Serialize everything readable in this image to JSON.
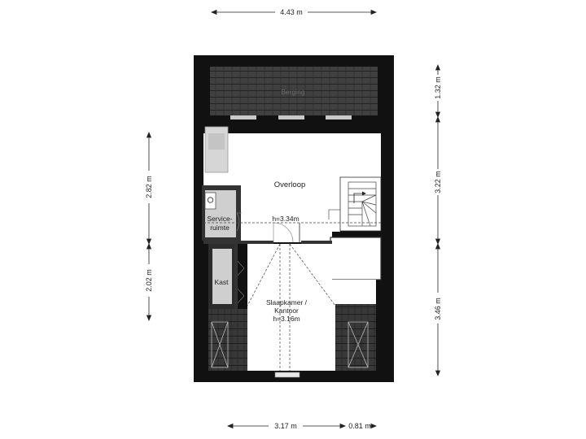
{
  "dimensions": {
    "top_width": "4.43 m",
    "bottom_left": "3.17 m",
    "bottom_right": "0.81 m",
    "left_upper": "2.82 m",
    "left_lower": "2.02 m",
    "right_top": "1.32 m",
    "right_middle": "3.22 m",
    "right_bottom": "3.46 m"
  },
  "rooms": {
    "roof_label": "Berging",
    "overloop": "Overloop",
    "overloop_height": "h=3.34m",
    "service_line1": "Service-",
    "service_line2": "ruimte",
    "kast": "Kast",
    "bedroom_line1": "Slaapkamer /",
    "bedroom_line2": "Kantoor",
    "bedroom_height": "h=3.16m"
  },
  "colors": {
    "wall": "#111111",
    "roof_tile": "#3a3a3a",
    "floor": "#ffffff",
    "dimension_line": "#222222"
  }
}
